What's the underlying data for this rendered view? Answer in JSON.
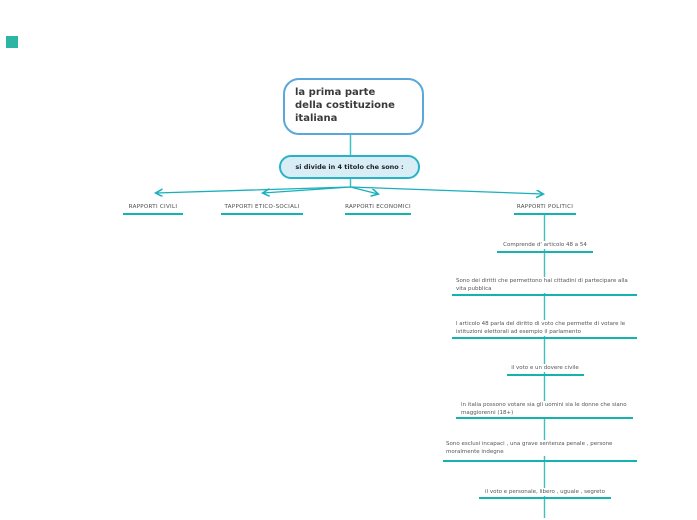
{
  "root": {
    "label": "la prima parte\ndella costituzione\nitaliana"
  },
  "divider": {
    "label": "si divide in 4 titolo che sono :"
  },
  "branches": [
    {
      "label": "RAPPORTI CIVILI"
    },
    {
      "label": "TAPPORTI ETICO-SOCIALI"
    },
    {
      "label": "RAPPORTI ECONOMICI"
    },
    {
      "label": "RAPPORTI POLITICI"
    }
  ],
  "politici_chain": [
    {
      "label": "Comprende d' articolo 48 a 54"
    },
    {
      "label": "Sono dei diritti che permettono hai cittadini di partecipare alla\nvita pubblica"
    },
    {
      "label": "l articolo 48 parla del diritto di voto  che permette di votare le\nistituzioni elettorali ad esempio il parlamento"
    },
    {
      "label": "il voto e un dovere civile"
    },
    {
      "label": "in italia possono votare sia gli uomini sia le donne che siano\nmaggiorenni (18+)"
    },
    {
      "label": "Sono esclusi incapaci , una grave sentenza penale , persone\nmoralmente indegne"
    },
    {
      "label": "il voto e  personale, libero , uguale , segreto"
    }
  ],
  "colors": {
    "underline_teal": "#14b3ae",
    "connector_teal": "#3fc0c0",
    "arrow_teal": "#18b0bc",
    "root_border": "#5aa7db",
    "divider_border": "#27b3c6",
    "divider_fill": "#d9edf7",
    "corner_swatch": "#2db5a3"
  }
}
